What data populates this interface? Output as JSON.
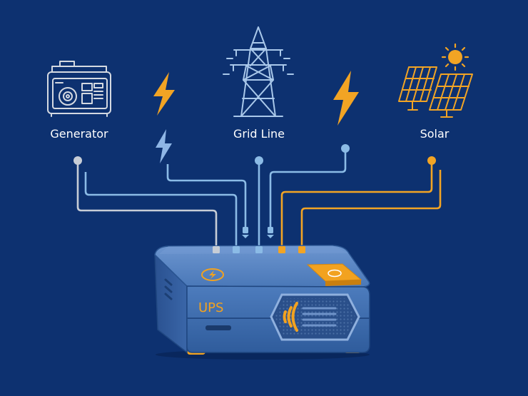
{
  "sources": [
    {
      "id": "generator",
      "label": "Generator",
      "color": "#c7cdd6"
    },
    {
      "id": "grid",
      "label": "Grid Line",
      "color": "#8bbbe6"
    },
    {
      "id": "solar",
      "label": "Solar",
      "color": "#f2a424"
    }
  ],
  "device": {
    "label": "UPS"
  },
  "colors": {
    "background": "#0d3170",
    "line_grey": "#c7cdd6",
    "line_blue": "#8bbbe6",
    "line_orange": "#f2a424",
    "device_body": "#3f6fb3",
    "accent_orange": "#f2a21f"
  }
}
